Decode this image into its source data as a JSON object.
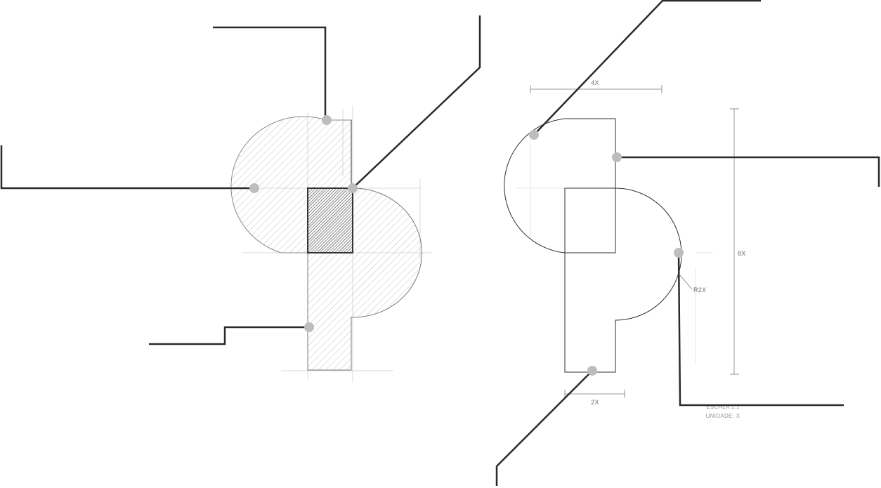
{
  "dimensions": {
    "width_label": "4X",
    "height_label": "8X",
    "radius_label": "R2X",
    "stem_label": "2X"
  },
  "notes": {
    "scale": "ESCALA 1:1",
    "unit": "UNIDADE: X"
  },
  "colors": {
    "leader": "#2a2a2a",
    "marker": "#bdbdbd",
    "drawing": "#2f2f2f",
    "sketch": "#8a8a8a",
    "shade": "#5a5a5a",
    "dimension": "#7a7a7a"
  }
}
